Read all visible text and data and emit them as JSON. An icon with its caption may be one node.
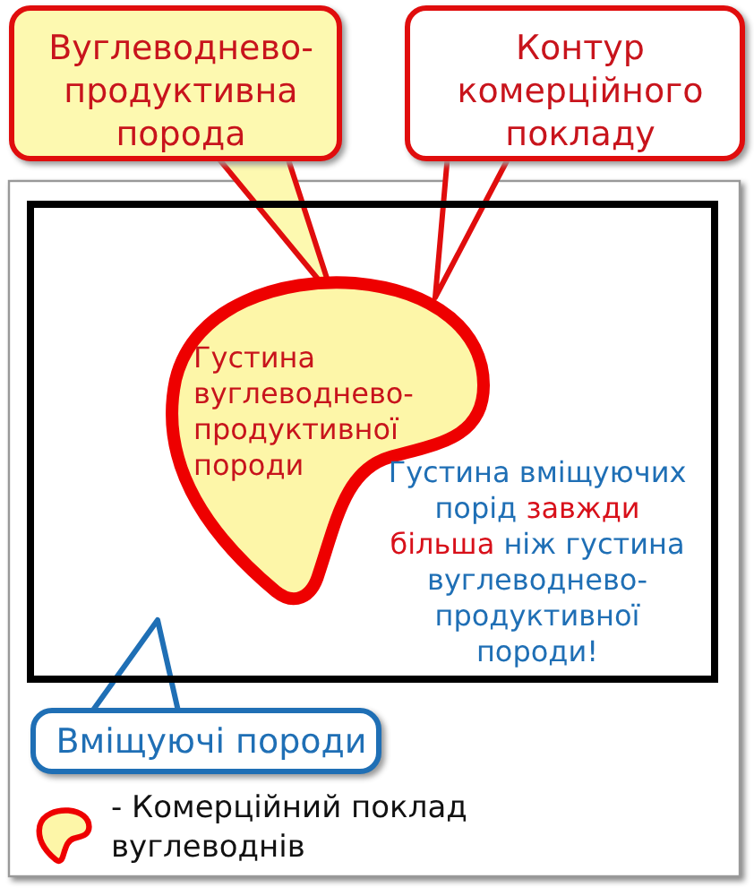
{
  "diagram": {
    "nodes": [
      {
        "text": [
          "Вуглеводнево-продуктивна порода"
        ]
      },
      {
        "text": [
          "Контур комерційного покладу"
        ]
      },
      {
        "text": [],
        "shape": "box"
      },
      {
        "text": [
          "Густина вуглеводнево-продуктивної породи"
        ],
        "in": 2
      },
      {
        "text": [
          "Вміщуючі породи"
        ]
      }
    ],
    "edges": [
      {
        "from": 0,
        "to": 3,
        "arrow": "to"
      },
      {
        "from": 1,
        "to": 3,
        "arrow": "to"
      },
      {
        "from": 4,
        "to": 2,
        "arrow": "to"
      }
    ],
    "labels": [
      "Густина вміщуючих порід **завжди більша** ніж густина вуглеводнево-продуктивної породи!"
    ],
    "legend": [
      {
        "text": "- Комерційний поклад вуглеводнів"
      }
    ]
  }
}
